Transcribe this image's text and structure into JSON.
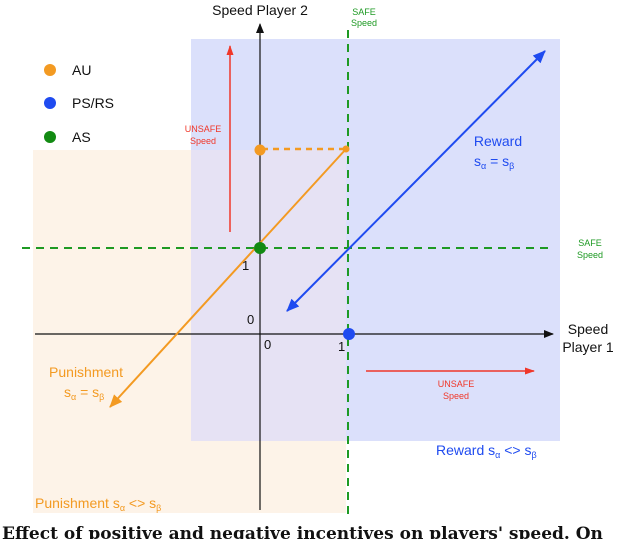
{
  "axes": {
    "y_label": "Speed Player 2",
    "x_label_line1": "Speed",
    "x_label_line2": "Player 1",
    "origin_label": "0",
    "x_tick_label": "0",
    "x_one_label": "1",
    "y_one_label": "1"
  },
  "legend": [
    {
      "label": "AU",
      "color": "#f39a22"
    },
    {
      "label": "PS/RS",
      "color": "#1f4bf0"
    },
    {
      "label": "AS",
      "color": "#128a12"
    }
  ],
  "safe_labels": {
    "top_line1": "SAFE",
    "top_line2": "Speed",
    "right_line1": "SAFE",
    "right_line2": "Speed"
  },
  "unsafe_labels": {
    "vertical_line1": "UNSAFE",
    "vertical_line2": "Speed",
    "horizontal_line1": "UNSAFE",
    "horizontal_line2": "Speed"
  },
  "reward": {
    "title": "Reward",
    "eq_s": "s",
    "eq_alpha": "α",
    "eq_mid": " = s",
    "eq_beta": "β",
    "neq_text": "Reward s",
    "neq_alpha": "α",
    "neq_mid": " <> s",
    "neq_beta": "β"
  },
  "punishment": {
    "title": "Punishment",
    "eq_s": "s",
    "eq_alpha": "α",
    "eq_mid": " = s",
    "eq_beta": "β",
    "neq_text": "Punishment s",
    "neq_alpha": "α",
    "neq_mid": " <> s",
    "neq_beta": "β"
  },
  "caption": "Effect of positive and negative incentives on players' speed. On",
  "colors": {
    "reward_region": "#dbe0fb",
    "punishment_region": "#fdf3e8",
    "overlap_region": "#e8e1ec",
    "safe_line": "#1e9a23",
    "unsafe": "#f0372a",
    "orange": "#f39a22",
    "blue": "#1f4bf0",
    "green": "#128a12",
    "axis": "#111111"
  }
}
